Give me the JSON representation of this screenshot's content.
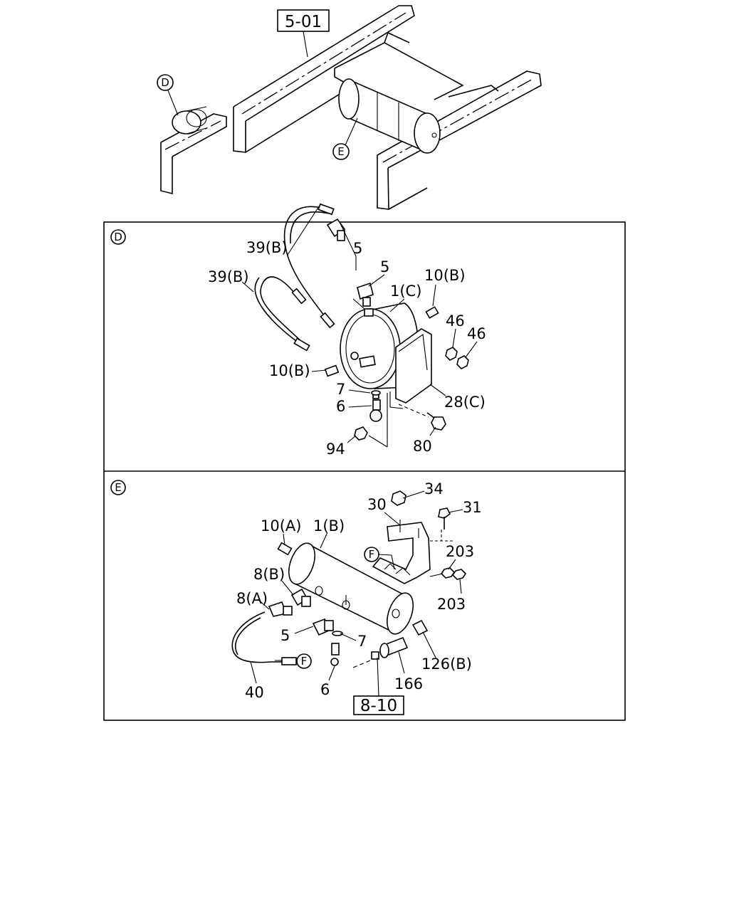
{
  "reference_boxes": {
    "frame_ref": "5-01",
    "sensor_ref": "8-10"
  },
  "view_markers": {
    "d": "D",
    "e": "E",
    "f": "F"
  },
  "callouts_d": {
    "hose_upper": "39(B)",
    "hose_lower": "39(B)",
    "elbow_a": "5",
    "elbow_b": "5",
    "tank": "1(C)",
    "plug_right": "10(B)",
    "nut_a": "46",
    "nut_b": "46",
    "plug_left": "10(B)",
    "washer": "7",
    "drain_valve": "6",
    "bracket": "28(C)",
    "bolt": "80",
    "nut_bottom": "94"
  },
  "callouts_e": {
    "nut_top": "34",
    "bracket": "30",
    "bolt": "31",
    "plug": "10(A)",
    "tank": "1(B)",
    "nut_a": "203",
    "nut_b": "203",
    "connector_b": "8(B)",
    "connector_a": "8(A)",
    "elbow": "5",
    "washer": "7",
    "fitting": "126(B)",
    "switch": "166",
    "hose": "40",
    "drain_valve": "6"
  }
}
